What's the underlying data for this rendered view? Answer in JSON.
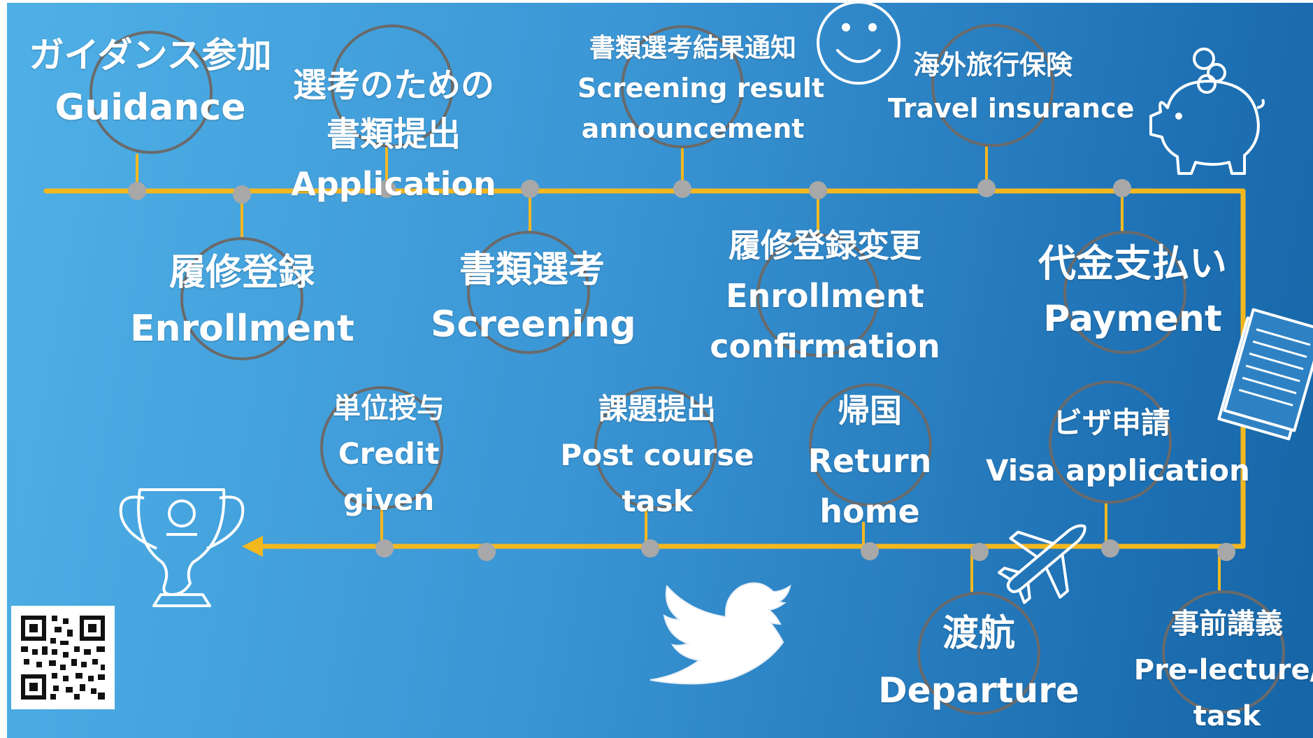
{
  "colors": {
    "track": "#f4b81f",
    "node": "#a8a8a8",
    "ring": "#6a6a6a",
    "label": "#ffffff",
    "bg_left": "#4fb0e6",
    "bg_right": "#1665a6"
  },
  "steps": {
    "guidance": {
      "ja": "ガイダンス参加",
      "en": "Guidance"
    },
    "enrollment": {
      "ja": "履修登録",
      "en": "Enrollment"
    },
    "application": {
      "ja1": "選考のための",
      "ja2": "書類提出",
      "en": "Application"
    },
    "screening": {
      "ja": "書類選考",
      "en": "Screening"
    },
    "result": {
      "ja": "書類選考結果通知",
      "en1": "Screening result",
      "en2": "announcement"
    },
    "confirm": {
      "ja": "履修登録変更",
      "en1": "Enrollment",
      "en2": "confirmation"
    },
    "insurance": {
      "ja": "海外旅行保険",
      "en": "Travel insurance"
    },
    "payment": {
      "ja": "代金支払い",
      "en": "Payment"
    },
    "visa": {
      "ja": "ビザ申請",
      "en": "Visa application"
    },
    "prelecture": {
      "ja": "事前講義",
      "en1": "Pre-lecture/",
      "en2": "task"
    },
    "departure": {
      "ja": "渡航",
      "en": "Departure"
    },
    "return": {
      "ja": "帰国",
      "en1": "Return",
      "en2": "home"
    },
    "postcourse": {
      "ja": "課題提出",
      "en1": "Post course",
      "en2": "task"
    },
    "credit": {
      "ja": "単位授与",
      "en1": "Credit",
      "en2": "given"
    }
  },
  "icons": [
    "smiley-icon",
    "piggy-bank-icon",
    "documents-icon",
    "airplane-icon",
    "twitter-bird-icon",
    "trophy-icon",
    "qr-code-icon"
  ]
}
